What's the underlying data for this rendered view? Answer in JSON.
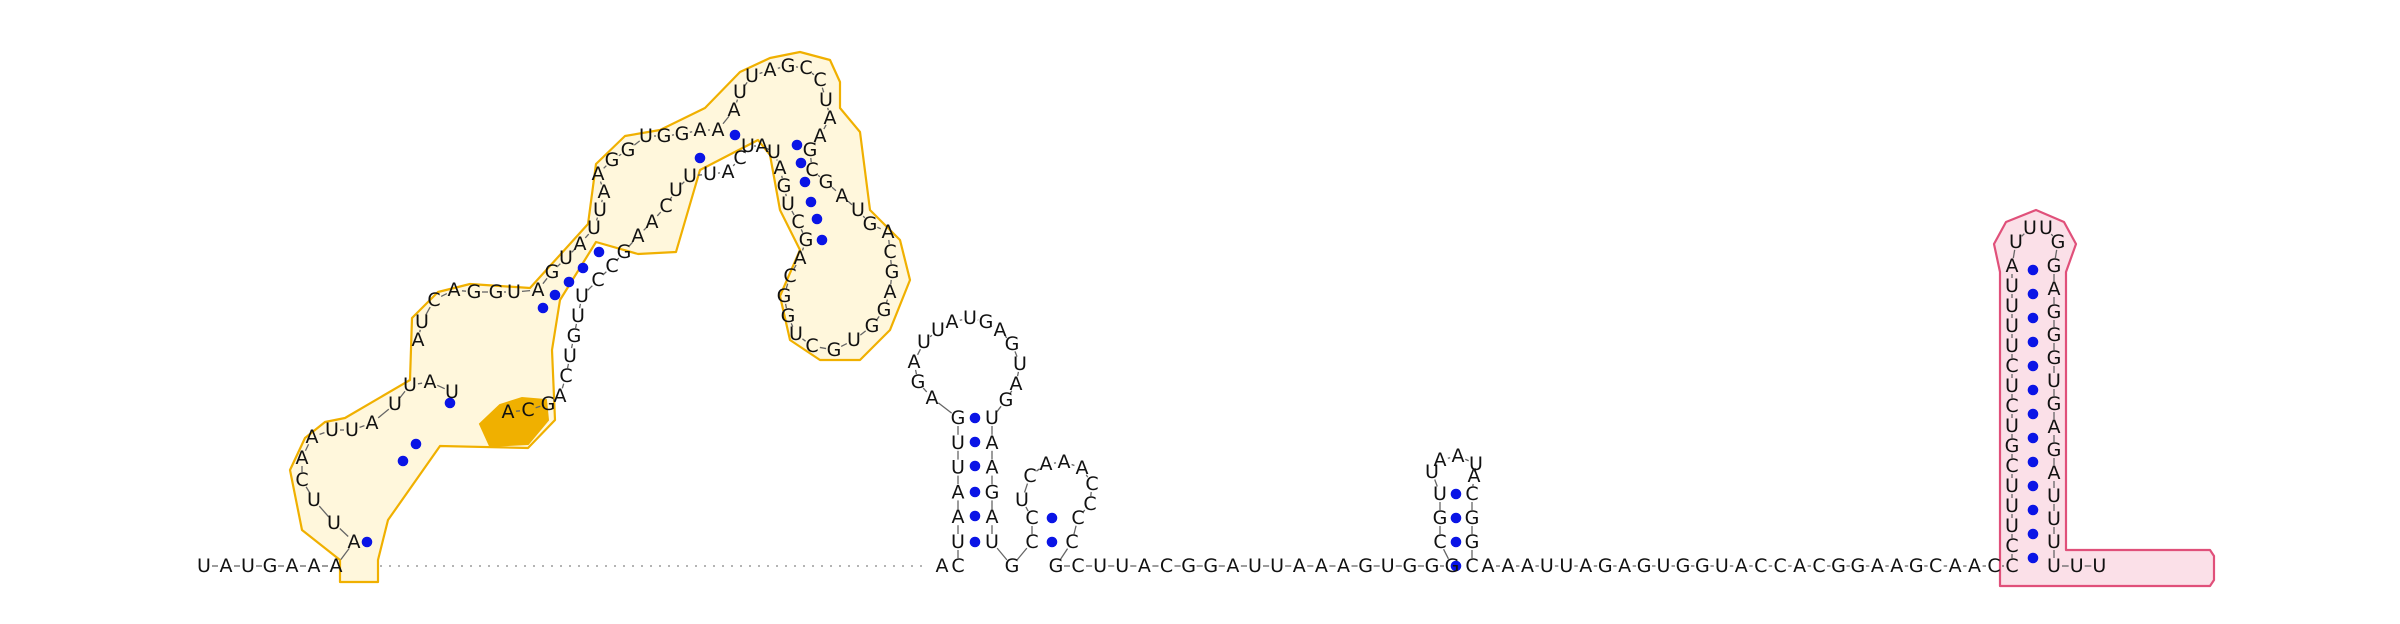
{
  "diagram": {
    "type": "rna-secondary-structure",
    "colors": {
      "highlight_primary": "#f0b000",
      "highlight_primary_fill": "#fff7dc",
      "highlight_secondary": "#e0507a",
      "highlight_secondary_fill": "#fbe0e8",
      "base_pair_dot": "#0a14e6",
      "backbone": "#666666",
      "text": "#111111"
    },
    "segments": {
      "s5prime": "UAUGAAA",
      "fivep_stem": "AUUCAAUUAUUAU",
      "seg_big_left": "AUCAGGUAGUAUUAAGG",
      "seg_upper_left": "UGGAAAUUAG",
      "seg_top": "CCUAAGCGA",
      "seg_mid_right": "UGACGAGGUGCUGGCAGCUGAUAUCAU",
      "seg_right_lower": "UUCAAGCCUUGUCAGCA",
      "hp2": "ACUAAUUGAGAUUAUGAGUAGUAAGAUAA",
      "hp3": "GCCUCAAACCCCG",
      "linker1": "CUUACGGAUUAAAGUGG",
      "hp4": "GCGUUAAUACGGCA",
      "linker2": "AAUUAGAGUGGUACCACGGAAGCAAC",
      "terminator": "CCUUUCGUCUCUUUUAUUUGGAGGGUGAGAUUUUUU"
    }
  }
}
